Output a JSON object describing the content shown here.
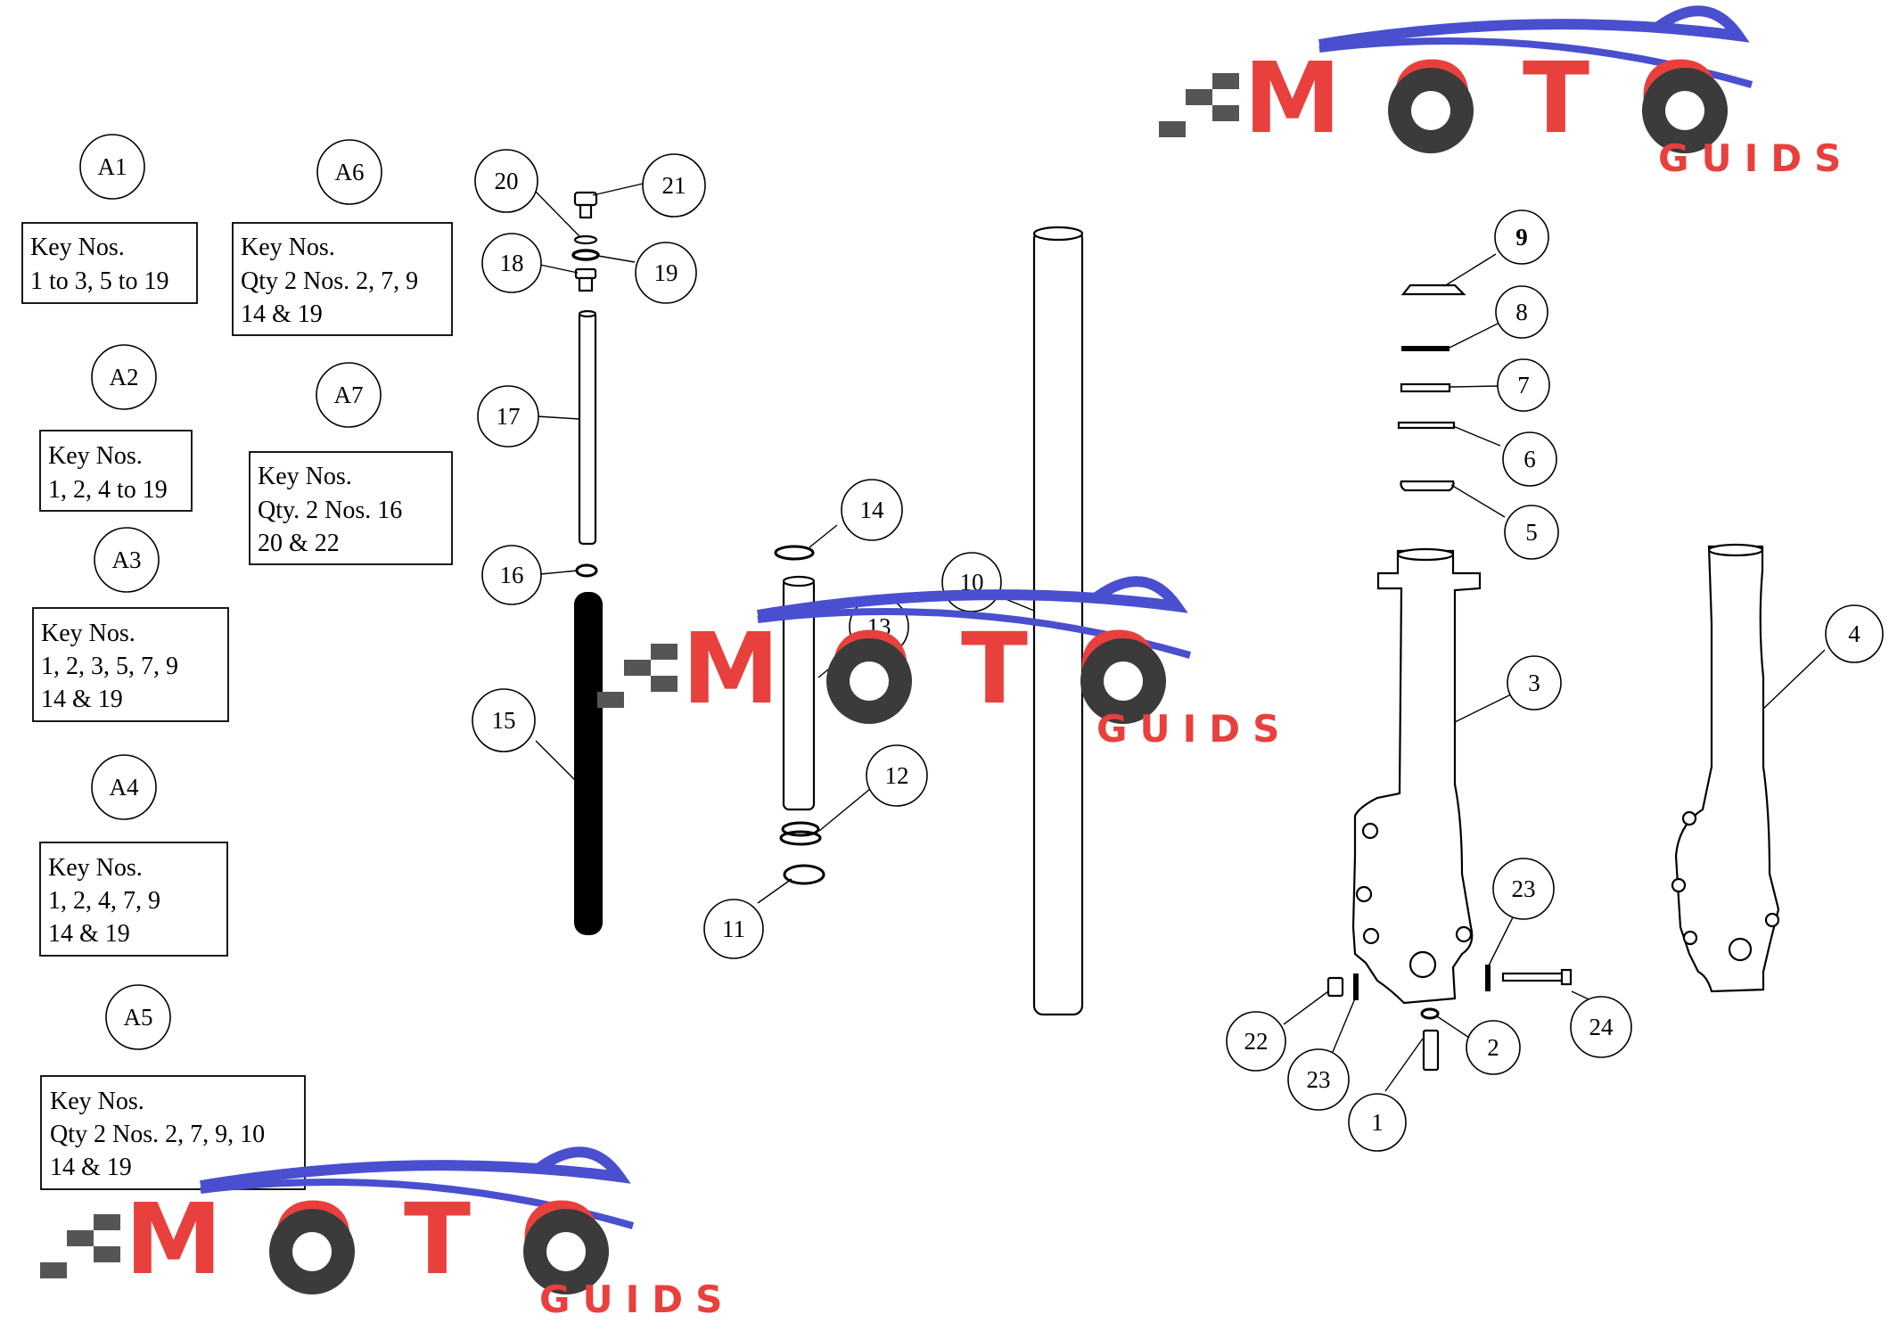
{
  "key_groups": [
    {
      "id": "A1",
      "lines": [
        "Key Nos.",
        "1 to 3, 5 to 19"
      ]
    },
    {
      "id": "A2",
      "lines": [
        "Key Nos.",
        "1, 2, 4 to 19"
      ]
    },
    {
      "id": "A3",
      "lines": [
        "Key Nos.",
        "1, 2, 3, 5, 7, 9",
        "14 & 19"
      ]
    },
    {
      "id": "A4",
      "lines": [
        "Key Nos.",
        "1, 2, 4, 7, 9",
        "14 & 19"
      ]
    },
    {
      "id": "A5",
      "lines": [
        "Key Nos.",
        "Qty 2 Nos. 2, 7, 9, 10",
        "14 & 19"
      ]
    },
    {
      "id": "A6",
      "lines": [
        "Key Nos.",
        "Qty 2 Nos. 2, 7, 9",
        "14 & 19"
      ]
    },
    {
      "id": "A7",
      "lines": [
        "Key Nos.",
        "Qty. 2 Nos. 16",
        "20 & 22"
      ]
    }
  ],
  "callouts": [
    "1",
    "2",
    "3",
    "4",
    "5",
    "6",
    "7",
    "8",
    "9",
    "10",
    "11",
    "12",
    "13",
    "14",
    "15",
    "16",
    "17",
    "18",
    "19",
    "20",
    "21",
    "22",
    "23",
    "23",
    "24"
  ],
  "watermark": {
    "main": "MOTO",
    "sub": "GUIDS"
  },
  "colors": {
    "logo_red": "#e8403d",
    "logo_blue": "#4a4fcf",
    "logo_gray": "#3b3b3b",
    "line": "#000000"
  }
}
